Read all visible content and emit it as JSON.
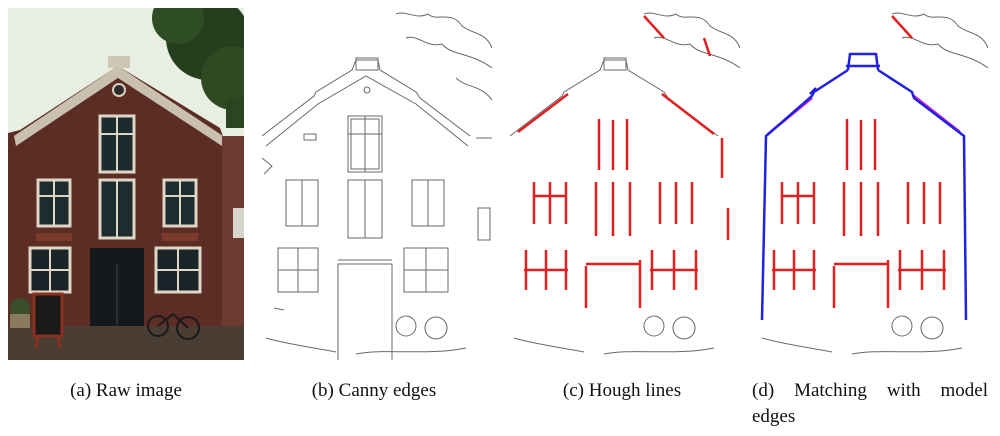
{
  "figure": {
    "panels": [
      {
        "id": "a",
        "label": "(a)",
        "caption": "Raw image"
      },
      {
        "id": "b",
        "label": "(b)",
        "caption": "Canny edges"
      },
      {
        "id": "c",
        "label": "(c)",
        "caption": "Hough lines"
      },
      {
        "id": "d",
        "label": "(d)",
        "caption": "Matching with model edges"
      }
    ]
  },
  "colors": {
    "edge_gray": "#6a6a6a",
    "hough_red": "#e02020",
    "model_blue": "#2020e0",
    "model_magenta": "#d020d0",
    "brick": "#5a2e26",
    "sky": "#eef2e6",
    "tree": "#24421e"
  }
}
